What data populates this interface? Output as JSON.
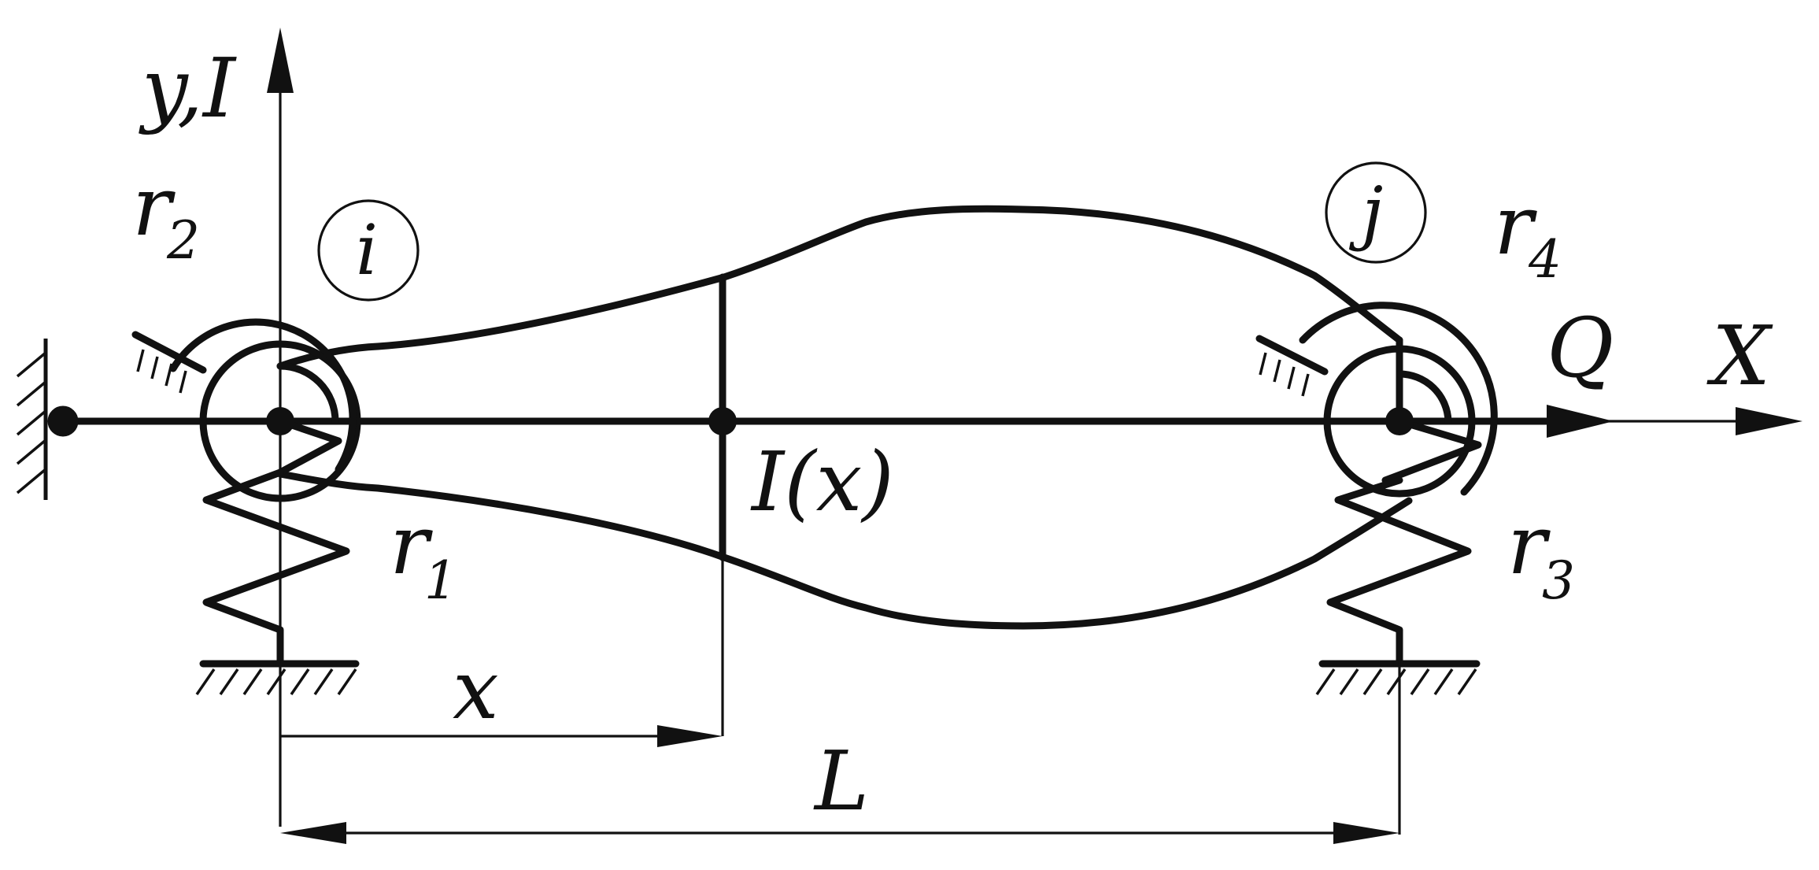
{
  "labels": {
    "axis_y": "y,I",
    "axis_x": "X",
    "load": "Q",
    "node_i": "i",
    "node_j": "j",
    "r1": {
      "base": "r",
      "sub": "1"
    },
    "r2": {
      "base": "r",
      "sub": "2"
    },
    "r3": {
      "base": "r",
      "sub": "3"
    },
    "r4": {
      "base": "r",
      "sub": "4"
    },
    "section": "I(x)",
    "dim_x": "x",
    "dim_L": "L"
  },
  "colors": {
    "stroke": "#111111",
    "background": "#ffffff"
  }
}
